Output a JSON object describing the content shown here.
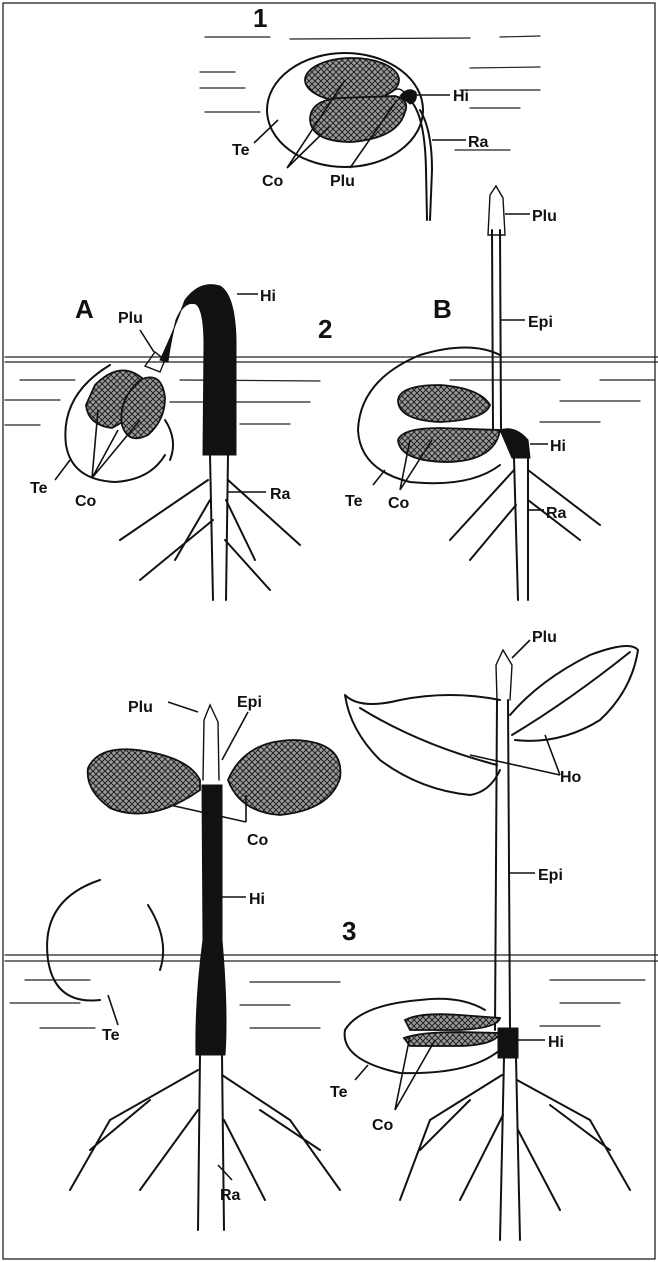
{
  "stages": {
    "s1": "1",
    "s2": "2",
    "s3": "3",
    "a": "A",
    "b": "B"
  },
  "labels": {
    "stage1": {
      "hi": "Hi",
      "ra": "Ra",
      "te": "Te",
      "co": "Co",
      "plu": "Plu"
    },
    "stage2a": {
      "plu": "Plu",
      "hi": "Hi",
      "te": "Te",
      "co": "Co",
      "ra": "Ra"
    },
    "stage2b": {
      "plu": "Plu",
      "epi": "Epi",
      "hi": "Hi",
      "te": "Te",
      "co": "Co",
      "ra": "Ra"
    },
    "stage3a": {
      "plu": "Plu",
      "epi": "Epi",
      "co": "Co",
      "hi": "Hi",
      "te": "Te",
      "ra": "Ra"
    },
    "stage3b": {
      "plu": "Plu",
      "ho": "Ho",
      "epi": "Epi",
      "hi": "Hi",
      "te": "Te",
      "co": "Co"
    }
  },
  "colors": {
    "ink": "#111111",
    "background": "#ffffff"
  }
}
